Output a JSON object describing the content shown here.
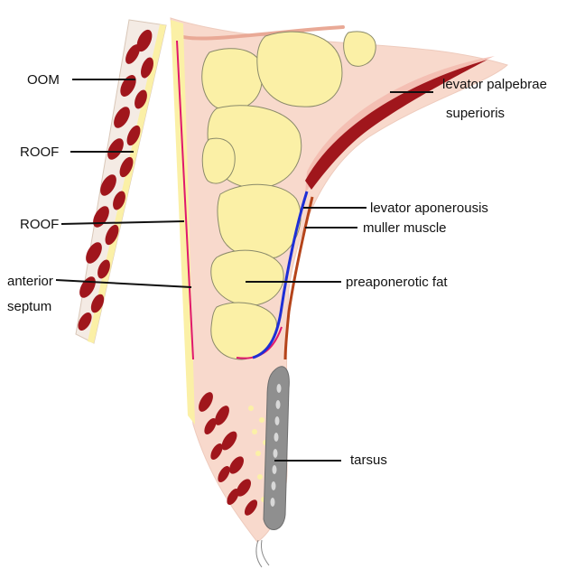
{
  "labels": {
    "oom": "OOM",
    "roof_1": "ROOF",
    "roof_2": "ROOF",
    "anterior_septum_line1": "anterior",
    "anterior_septum_line2": "septum",
    "levator_palpebrae_line1": "levator palpebrae",
    "levator_palpebrae_line2": "superioris",
    "levator_aponeurosis": "levator aponerousis",
    "muller_muscle": "muller muscle",
    "preaponerotic_fat": "preaponerotic fat",
    "tarsus": "tarsus"
  },
  "colors": {
    "skin": "#f8d9cc",
    "skin_outline": "#e9a996",
    "muscle": "#a0161c",
    "fat": "#fbf0a6",
    "fat_outline": "#9a9a7a",
    "septum_line": "#e0186d",
    "aponeurosis_line": "#1e2fd6",
    "muller_line": "#b5441a",
    "tarsus": "#8f8f8f"
  }
}
